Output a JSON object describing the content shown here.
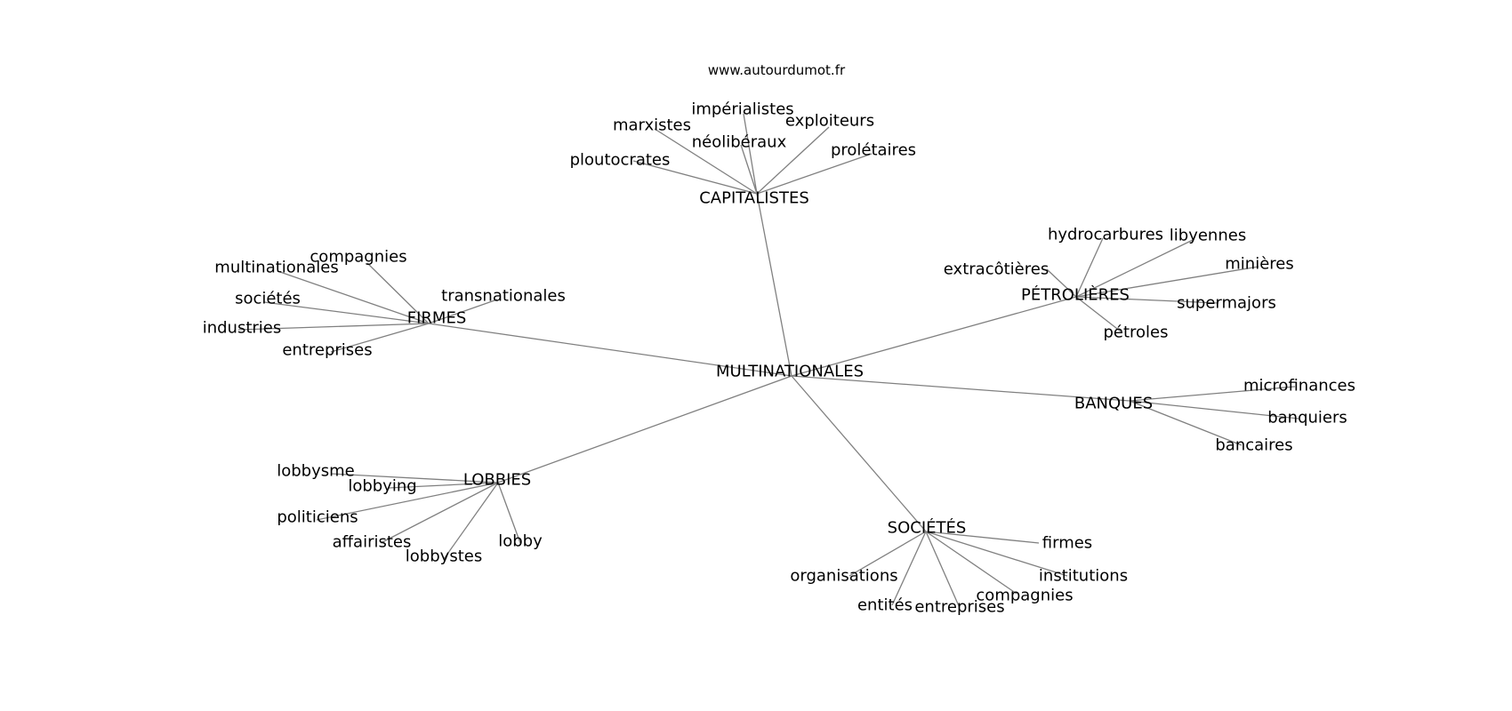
{
  "watermark": "www.autourdumot.fr",
  "graph": {
    "center": "MULTINATIONALES",
    "groups": [
      {
        "label": "CAPITALISTES",
        "words": [
          "impérialistes",
          "marxistes",
          "exploiteurs",
          "néolibéraux",
          "ploutocrates",
          "prolétaires"
        ]
      },
      {
        "label": "FIRMES",
        "words": [
          "compagnies",
          "multinationales",
          "transnationales",
          "sociétés",
          "industries",
          "entreprises"
        ]
      },
      {
        "label": "PÉTROLIÈRES",
        "words": [
          "hydrocarbures",
          "libyennes",
          "extracôtières",
          "minières",
          "supermajors",
          "pétroles"
        ]
      },
      {
        "label": "BANQUES",
        "words": [
          "microfinances",
          "banquiers",
          "bancaires"
        ]
      },
      {
        "label": "LOBBIES",
        "words": [
          "lobbysme",
          "lobbying",
          "politiciens",
          "affairistes",
          "lobbystes",
          "lobby"
        ]
      },
      {
        "label": "SOCIÉTÉS",
        "words": [
          "firmes",
          "organisations",
          "institutions",
          "compagnies",
          "entités",
          "entreprises"
        ]
      }
    ]
  }
}
